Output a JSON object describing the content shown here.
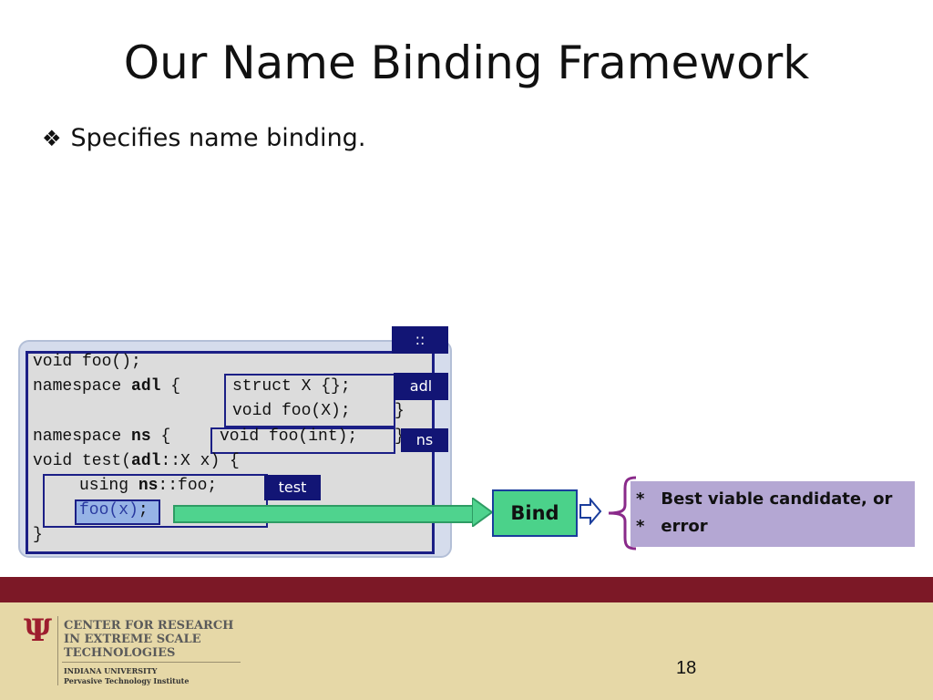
{
  "slide": {
    "title": "Our Name Binding Framework",
    "bullet_glyph": "❖",
    "bullet_text": "Specifies name binding.",
    "page_number": "18"
  },
  "code": {
    "line1_a": "void foo();",
    "line2_kw": "namespace ",
    "line2_name": "adl",
    "line2_brace": " {",
    "adl_struct": "struct X {};",
    "adl_foo": "void foo(X);",
    "adl_close": "}",
    "line4_kw": "namespace ",
    "line4_name": "ns",
    "line4_brace": " {",
    "ns_foo": "void foo(int);",
    "ns_close": "}",
    "line5_a": "void test(",
    "line5_b": "adl",
    "line5_c": "::X x) {",
    "using_a": "using ",
    "using_b": "ns",
    "using_c": "::foo;",
    "call": "foo(x)",
    "call_semicolon": ";",
    "close": "}"
  },
  "scope_tags": {
    "global": "::",
    "adl": "adl",
    "ns": "ns",
    "test": "test"
  },
  "bind": {
    "label": "Bind",
    "results": [
      {
        "marker": "*",
        "text": "Best viable candidate, or"
      },
      {
        "marker": "*",
        "text": "error"
      }
    ]
  },
  "footer": {
    "org_line1": "CENTER FOR RESEARCH",
    "org_line2": "IN EXTREME SCALE",
    "org_line3": "TECHNOLOGIES",
    "university": "INDIANA UNIVERSITY",
    "institute": "Pervasive Technology Institute",
    "logo_glyph": "Ψ"
  },
  "colors": {
    "footer_bar": "#7c1826",
    "footer_area": "#e6d8a7",
    "scope_border": "#1b1f86",
    "bind_green": "#4bd28a",
    "result_purple": "#b4a7d3"
  }
}
